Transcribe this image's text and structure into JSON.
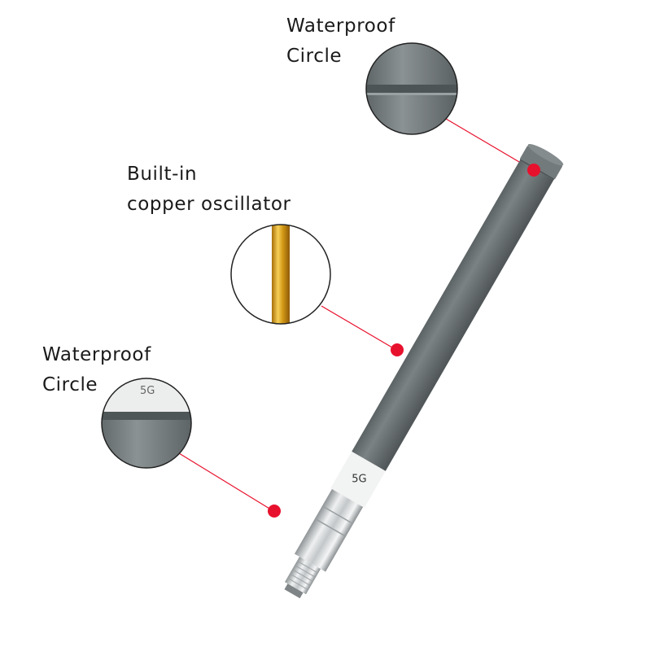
{
  "callouts": {
    "top": {
      "line1": "Waterproof",
      "line2": "Circle"
    },
    "middle": {
      "line1": "Built-in",
      "line2": "copper oscillator"
    },
    "bottom": {
      "line1": "Waterproof",
      "line2": "Circle"
    }
  },
  "band_label": "5G",
  "zoom_band_label": "5G",
  "colors": {
    "antenna_body": "#6e7577",
    "marker": "#e8112d",
    "leader_line": "#e8112d",
    "copper": "#d8a21a",
    "metal": "#c9ccce"
  }
}
